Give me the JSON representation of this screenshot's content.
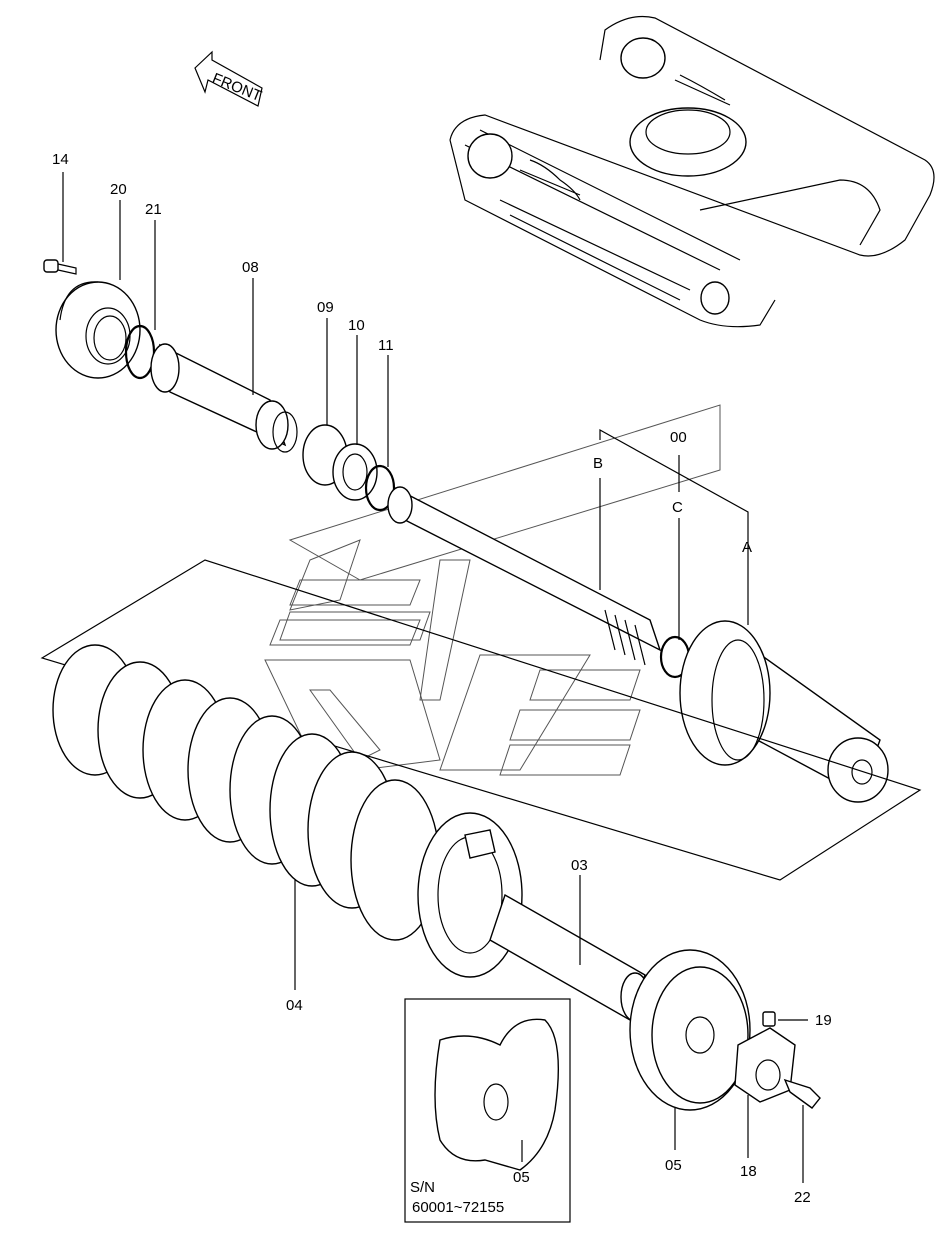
{
  "front_arrow": "FRONT",
  "labels": {
    "p14": "14",
    "p20": "20",
    "p21": "21",
    "p08": "08",
    "p09": "09",
    "p10": "10",
    "p11": "11",
    "p00": "00",
    "pB": "B",
    "pC": "C",
    "pA": "A",
    "p03": "03",
    "p04": "04",
    "p19": "19",
    "p05": "05",
    "p05b": "05",
    "p18": "18",
    "p22": "22"
  },
  "serial_box": {
    "line1": "S/N",
    "line2": "60001~72155"
  }
}
